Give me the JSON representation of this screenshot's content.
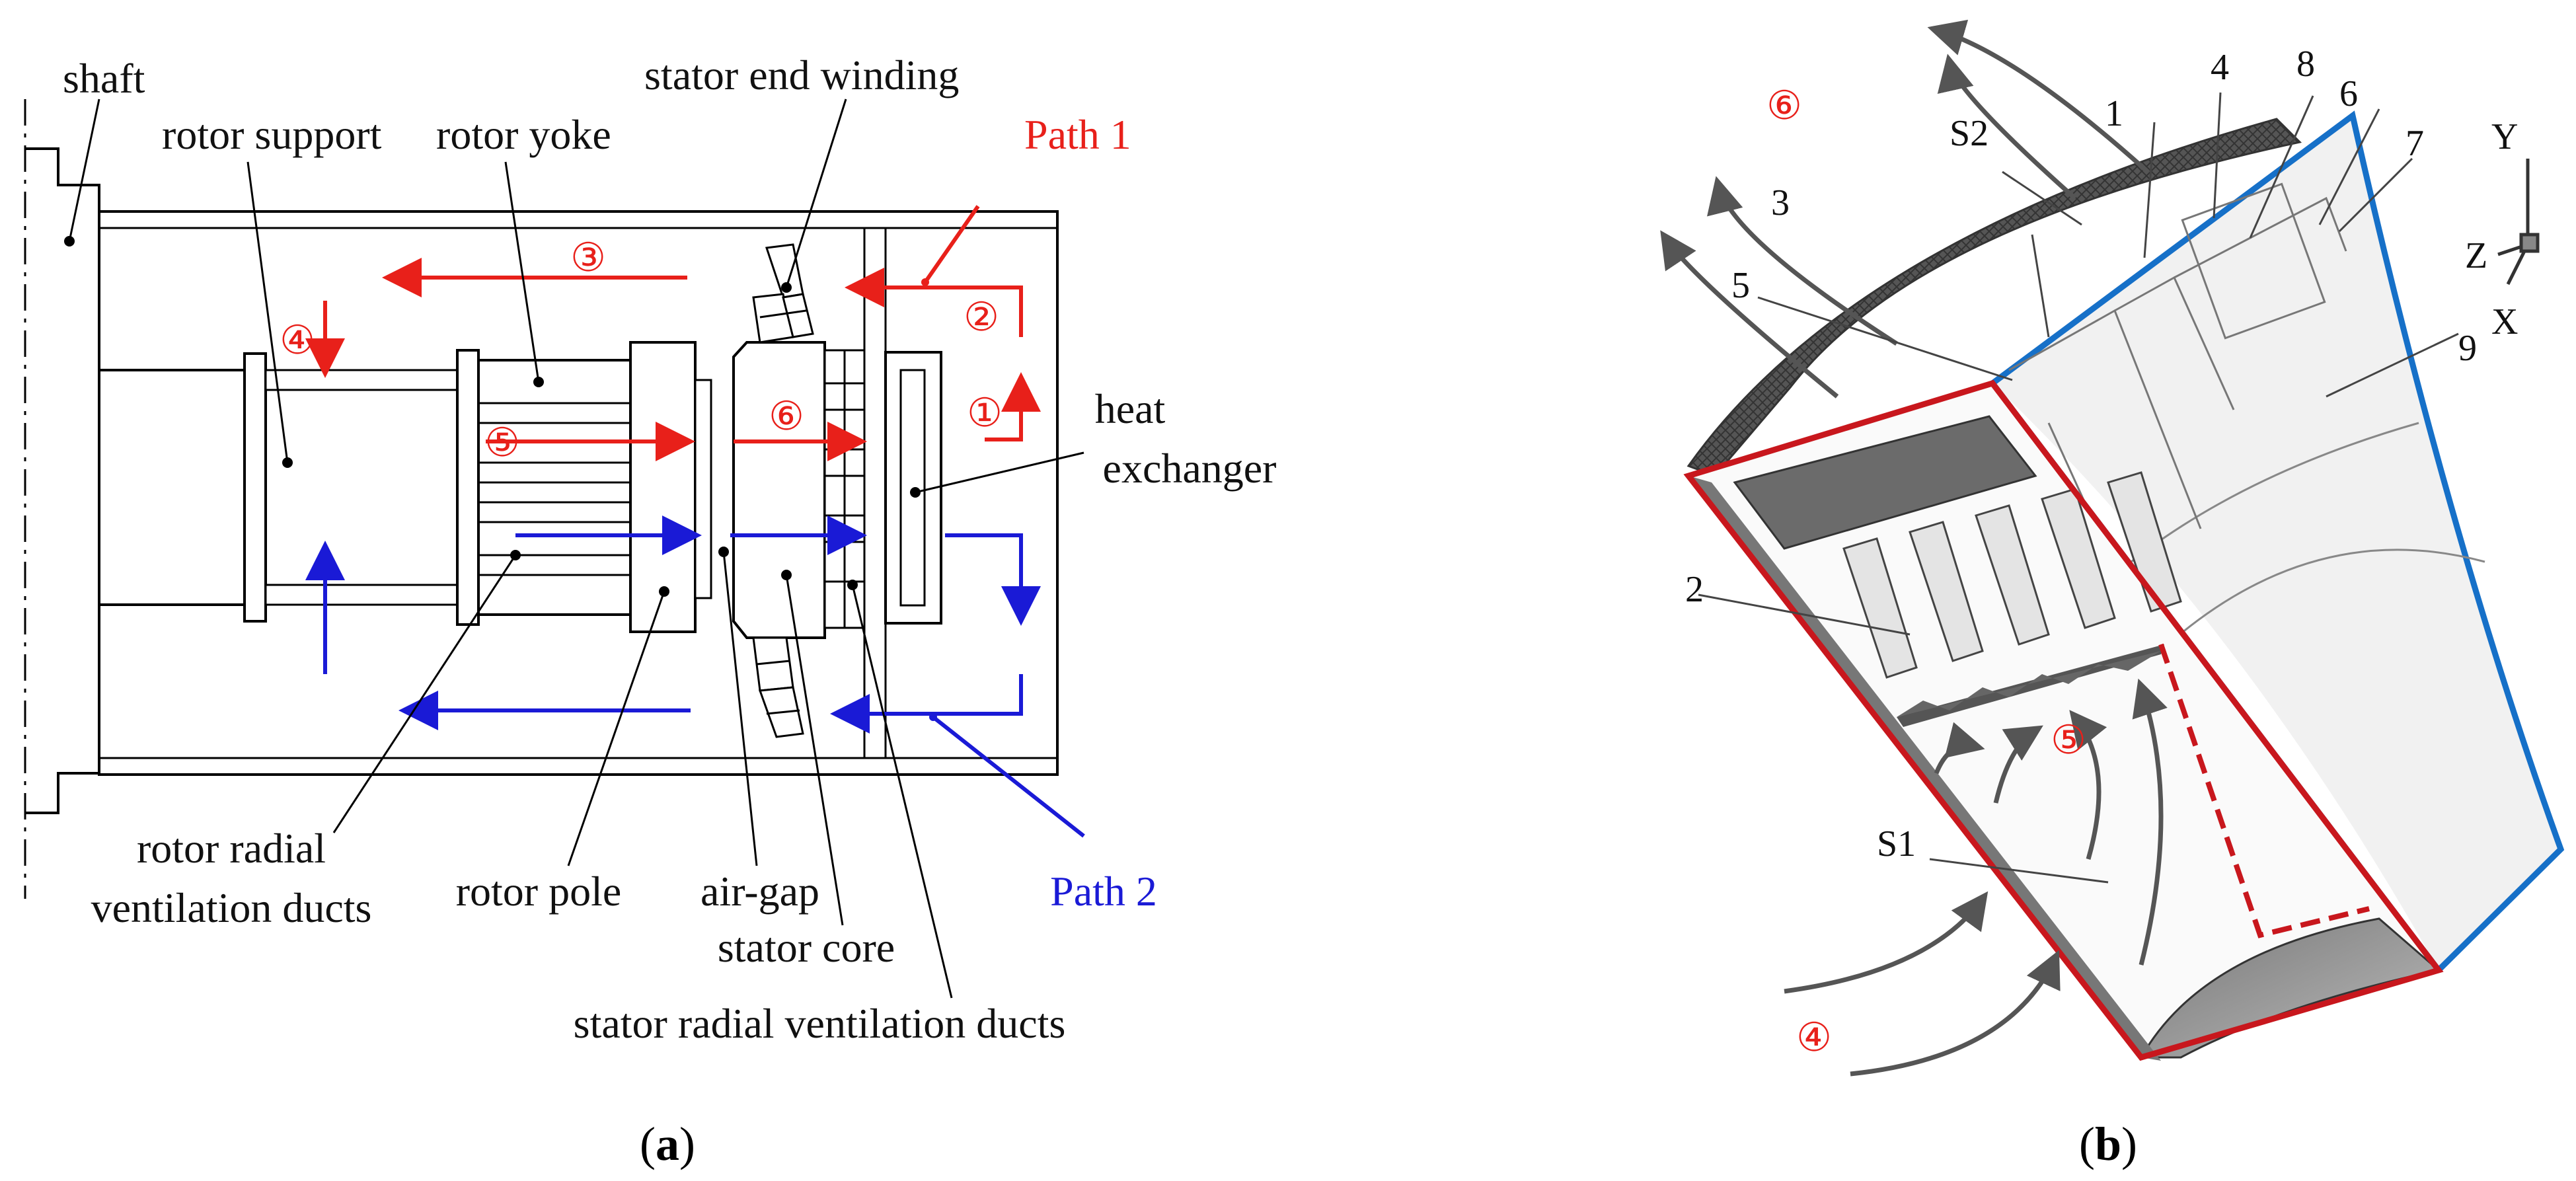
{
  "panel_a": {
    "labels": {
      "shaft": "shaft",
      "rotor_support": "rotor support",
      "rotor_yoke": "rotor yoke",
      "stator_end_winding": "stator end winding",
      "path1": "Path 1",
      "path2": "Path 2",
      "heat_exchanger_1": "heat",
      "heat_exchanger_2": "exchanger",
      "rotor_radial_1": "rotor radial",
      "rotor_radial_2": "ventilation ducts",
      "rotor_pole": "rotor pole",
      "air_gap": "air-gap",
      "stator_core": "stator core",
      "stator_radial": "stator radial ventilation ducts"
    },
    "markers": {
      "m1": "①",
      "m2": "②",
      "m3": "③",
      "m4": "④",
      "m5": "⑤",
      "m6": "⑥"
    },
    "caption_open": "(",
    "caption_letter": "a",
    "caption_close": ")"
  },
  "panel_b": {
    "labels": {
      "n1": "1",
      "n2": "2",
      "n3": "3",
      "n4": "4",
      "n5": "5",
      "n6": "6",
      "n7": "7",
      "n8": "8",
      "n9": "9",
      "s1": "S1",
      "s2": "S2",
      "ax_x": "X",
      "ax_y": "Y",
      "ax_z": "Z"
    },
    "markers": {
      "m4": "④",
      "m5": "⑤",
      "m6": "⑥"
    },
    "caption_open": "(",
    "caption_letter": "b",
    "caption_close": ")"
  },
  "colors": {
    "path1_red": "#e8201a",
    "path2_blue": "#1a1ad6",
    "outline_red": "#c8171d",
    "outline_blue": "#1670c8"
  }
}
